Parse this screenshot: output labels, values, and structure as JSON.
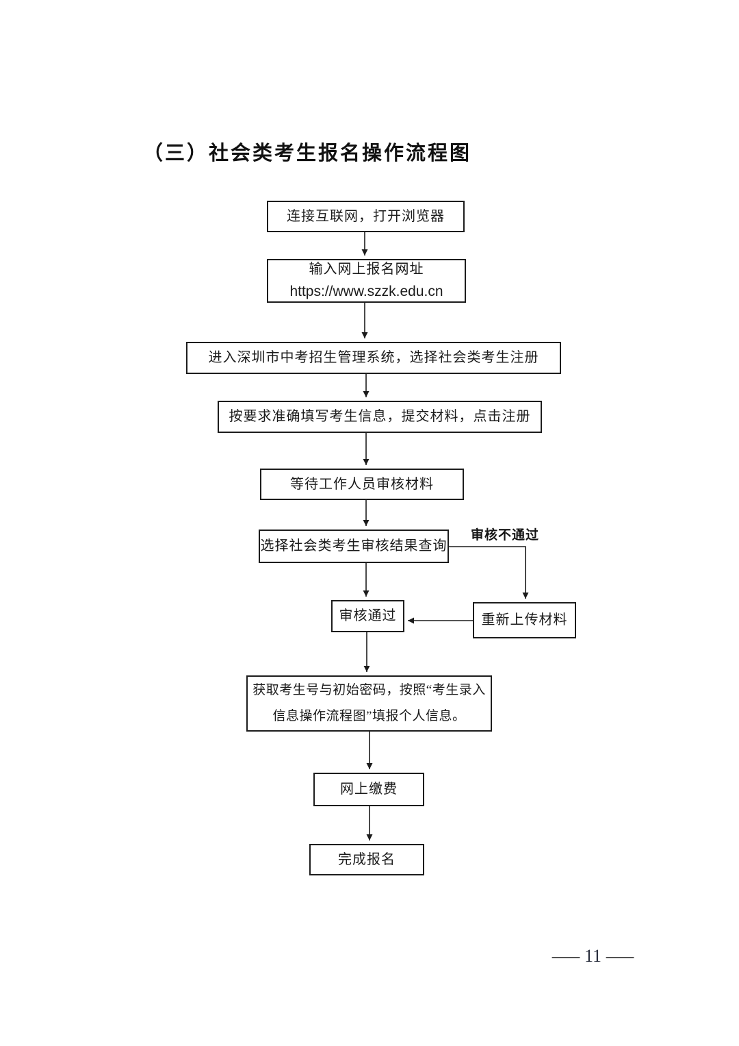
{
  "page": {
    "title": "（三）社会类考生报名操作流程图",
    "page_number": "11",
    "dash": "—"
  },
  "flowchart": {
    "nodes": {
      "connect": {
        "label": "连接互联网，打开浏览器"
      },
      "enter_url": {
        "line1": "输入网上报名网址",
        "line2": "https://www.szzk.edu.cn"
      },
      "enter_system": {
        "label": "进入深圳市中考招生管理系统，选择社会类考生注册"
      },
      "fill_info": {
        "label": "按要求准确填写考生信息，提交材料，点击注册"
      },
      "wait_review": {
        "label": "等待工作人员审核材料"
      },
      "query_result": {
        "label": "选择社会类考生审核结果查询"
      },
      "approved": {
        "label": "审核通过"
      },
      "reupload": {
        "label": "重新上传材料"
      },
      "get_credentials": {
        "line1": "获取考生号与初始密码，按照“考生录入",
        "line2": "信息操作流程图”填报个人信息。"
      },
      "pay": {
        "label": "网上缴费"
      },
      "finish": {
        "label": "完成报名"
      }
    },
    "edge_labels": {
      "not_approved": "审核不通过"
    },
    "edges": [
      {
        "from": "connect",
        "to": "enter_url"
      },
      {
        "from": "enter_url",
        "to": "enter_system"
      },
      {
        "from": "enter_system",
        "to": "fill_info"
      },
      {
        "from": "fill_info",
        "to": "wait_review"
      },
      {
        "from": "wait_review",
        "to": "query_result"
      },
      {
        "from": "query_result",
        "to": "approved"
      },
      {
        "from": "query_result",
        "to": "reupload",
        "label": "审核不通过"
      },
      {
        "from": "reupload",
        "to": "approved"
      },
      {
        "from": "approved",
        "to": "get_credentials"
      },
      {
        "from": "get_credentials",
        "to": "pay"
      },
      {
        "from": "pay",
        "to": "finish"
      }
    ],
    "ink_color": "#1b1b1b"
  }
}
